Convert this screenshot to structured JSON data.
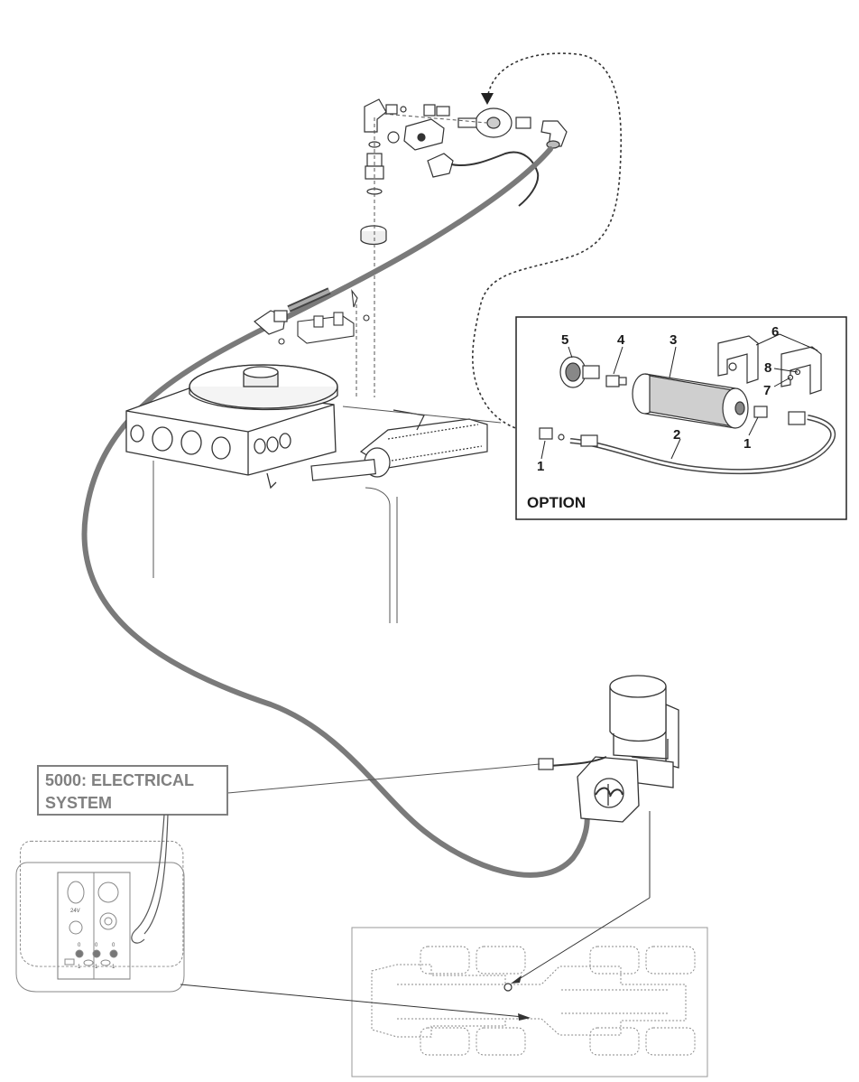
{
  "option_box": {
    "label": "OPTION",
    "callouts": [
      "5",
      "4",
      "3",
      "6",
      "8",
      "7",
      "2",
      "1",
      "1"
    ]
  },
  "reference_box": {
    "line1": "5000: ELECTRICAL",
    "line2": "SYSTEM"
  },
  "control_panel": {
    "voltage_label": "24V",
    "switch_labels": [
      "0",
      "0",
      "0"
    ],
    "switch_sub_labels": [
      "1",
      "1",
      "1"
    ]
  }
}
